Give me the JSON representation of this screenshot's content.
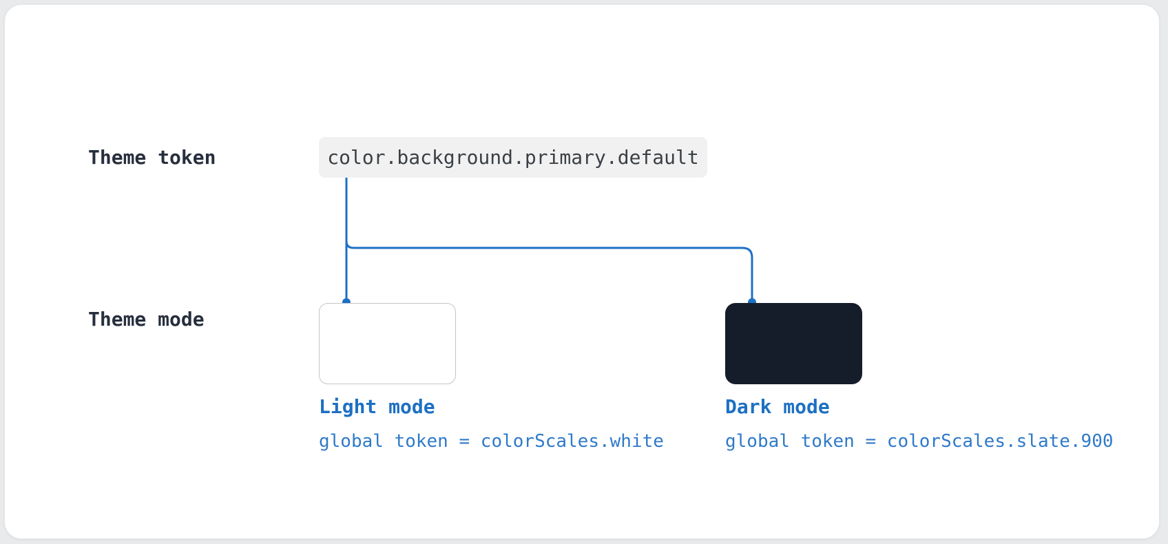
{
  "diagram": {
    "row_labels": {
      "token": "Theme token",
      "mode": "Theme mode"
    },
    "theme_token": {
      "value": "color.background.primary.default"
    },
    "modes": [
      {
        "id": "light",
        "title": "Light mode",
        "mapping": "global token = colorScales.white",
        "swatch_color": "#ffffff"
      },
      {
        "id": "dark",
        "title": "Dark mode",
        "mapping": "global token = colorScales.slate.900",
        "swatch_color": "#151d2a"
      }
    ],
    "colors": {
      "connector_blue": "#1e70c5",
      "heading_blue": "#1d70c2",
      "code_blue": "#2f7ac8",
      "label_navy": "#272f3d",
      "token_pill_bg": "#f1f1f1",
      "token_pill_text": "#3b4045",
      "light_swatch_border": "#c3c5c7",
      "card_bg": "#ffffff",
      "page_bg": "#e9eaeb"
    }
  }
}
